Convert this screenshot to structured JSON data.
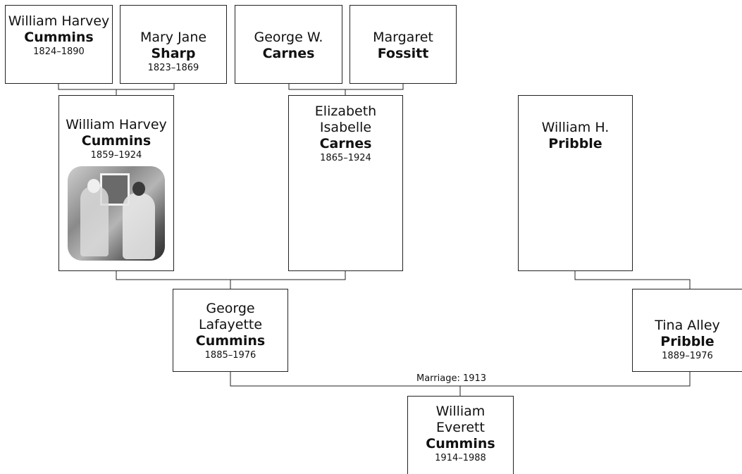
{
  "people": {
    "gg1": {
      "given": "William Harvey",
      "surname": "Cummins",
      "dates": "1824–1890"
    },
    "gg2": {
      "given": "Mary Jane",
      "surname": "Sharp",
      "dates": "1823–1869"
    },
    "gg3": {
      "given": "George W.",
      "surname": "Carnes",
      "dates": ""
    },
    "gg4": {
      "given": "Margaret",
      "surname": "Fossitt",
      "dates": ""
    },
    "g1": {
      "given": "William Harvey",
      "surname": "Cummins",
      "dates": "1859–1924"
    },
    "g2": {
      "given": "Elizabeth Isabelle",
      "surname": "Carnes",
      "dates": "1865–1924"
    },
    "g3": {
      "given": "William H.",
      "surname": "Pribble",
      "dates": ""
    },
    "p1": {
      "given": "George Lafayette",
      "surname": "Cummins",
      "dates": "1885–1976"
    },
    "p2": {
      "given": "Tina Alley",
      "surname": "Pribble",
      "dates": "1889–1976"
    },
    "child": {
      "given": "William Everett",
      "surname": "Cummins",
      "dates": "1914–1988"
    }
  },
  "marriage_label": "Marriage: 1913"
}
